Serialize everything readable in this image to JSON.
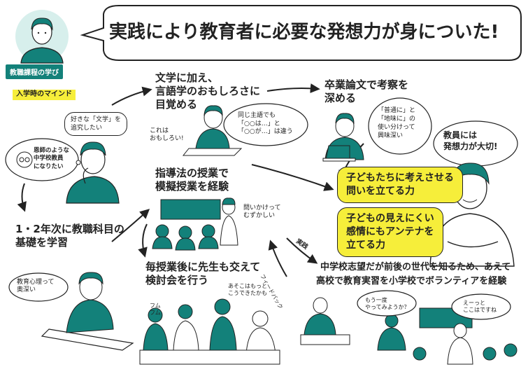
{
  "title": "実践により教育者に必要な発想力が身についた!",
  "badge": "教職課程の学び",
  "mindset_label": "入学時のマインド",
  "bubbles": {
    "literature_l1": "好きな「文学」を",
    "literature_l2": "追究したい",
    "teacher_l1": "恩師のような",
    "teacher_l2": "中学校教員",
    "teacher_l3": "になりたい",
    "ed_psych_l1": "教育心理って",
    "ed_psych_l2": "奥深い",
    "same_word_l1": "同じ主語でも",
    "same_word_l2": "「○○は…」と",
    "same_word_l3": "「○○が…」は違う",
    "futsuni_l1": "「普通に」と",
    "futsuni_l2": "「地味に」の",
    "futsuni_l3": "使い分けって",
    "futsuni_l4": "興味深い",
    "teacher_important_l1": "教員には",
    "teacher_important_l2": "発想力が大切!",
    "once_more_l1": "もう一度",
    "once_more_l2": "やってみようか？",
    "eeto_l1": "えーっと",
    "eeto_l2": "ここはですね"
  },
  "steps": {
    "linguistics_l1": "文学に加え、",
    "linguistics_l2": "言語学のおもしろさに",
    "linguistics_l3": "目覚める",
    "interesting_l1": "これは",
    "interesting_l2": "おもしろい!",
    "thesis_l1": "卒業論文で考察を",
    "thesis_l2": "深める",
    "course_l1": "1・2年次に教職科目の",
    "course_l2": "基礎を学習",
    "mock_l1": "指導法の授業で",
    "mock_l2": "模擬授業を経験",
    "hard_l1": "問いかけって",
    "hard_l2": "むずかしい",
    "review_l1": "毎授業後に先生も交えて",
    "review_l2": "検討会を行う",
    "better_l1": "あそこはもっと",
    "better_l2": "こうできたかも",
    "hum": "フムフム",
    "practice": "実践",
    "feedback": "フィードバック",
    "volunteer_l1": "中学校志望だが前後の世代を知るため、あえて",
    "volunteer_l2": "高校で教育実習を小学校でボランティアを経験"
  },
  "results": {
    "think_l1": "子どもたちに考えさせる",
    "think_l2": "問いを立てる力",
    "feel_l1": "子どもの見えにくい",
    "feel_l2": "感情にもアンテナを",
    "feel_l3": "立てる力"
  },
  "colors": {
    "teal": "#13817a",
    "yellow": "#f6ee3a",
    "ink": "#222222",
    "skin": "#ffffff"
  }
}
